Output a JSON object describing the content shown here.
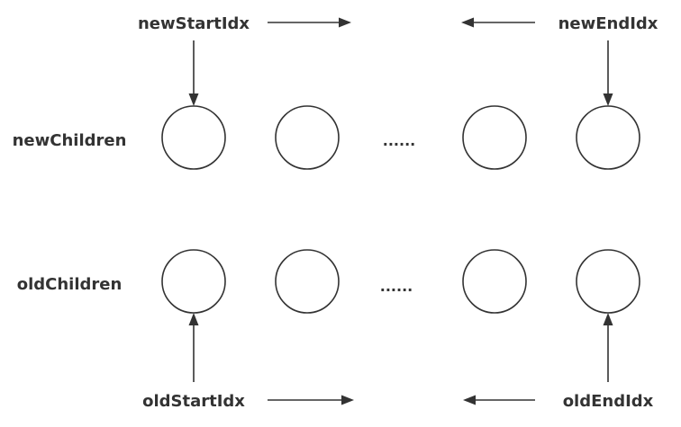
{
  "labels": {
    "new_start_idx": "newStartIdx",
    "new_end_idx": "newEndIdx",
    "new_children": "newChildren",
    "old_children": "oldChildren",
    "old_start_idx": "oldStartIdx",
    "old_end_idx": "oldEndIdx"
  },
  "rows": {
    "new_ellipsis": "......",
    "old_ellipsis": "......"
  },
  "colors": {
    "stroke": "#333333",
    "text": "#333333",
    "background": "#ffffff"
  }
}
